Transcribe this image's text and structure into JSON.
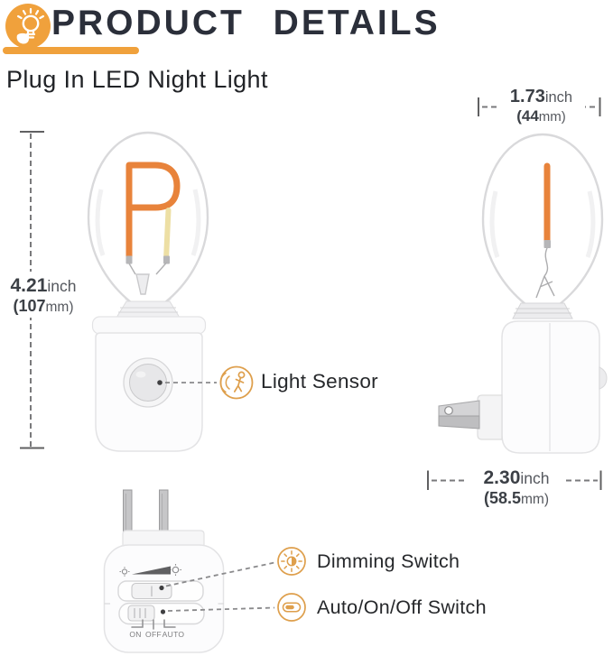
{
  "colors": {
    "accent_orange": "#F0A13C",
    "icon_outline_orange": "#DE9F4C",
    "filament_orange": "#E8833B",
    "filament_yellow": "#EDDFA4",
    "title_dark": "#2B2F3A",
    "label_dark": "#26282B"
  },
  "header": {
    "icon": "idea-lightbulb-icon",
    "title": "PRODUCT DETAILS",
    "subtitle": "Plug In LED Night Light"
  },
  "dimensions": {
    "height": {
      "inch": "4.21",
      "inch_unit": "inch",
      "mm": "(107",
      "mm_unit": "mm)"
    },
    "width_top": {
      "inch": "1.73",
      "inch_unit": "inch",
      "mm": "(44",
      "mm_unit": "mm)"
    },
    "depth_bottom": {
      "inch": "2.30",
      "inch_unit": "inch",
      "mm": "(58.5",
      "mm_unit": "mm)"
    }
  },
  "callouts": {
    "light_sensor": {
      "label": "Light Sensor",
      "icon": "motion-sensor-icon"
    },
    "dimming": {
      "label": "Dimming Switch",
      "icon": "brightness-sun-icon"
    },
    "auto": {
      "label": "Auto/On/Off Switch",
      "icon": "toggle-switch-icon"
    }
  },
  "back_panel": {
    "on": "ON",
    "off": "OFF",
    "auto": "AUTO"
  }
}
